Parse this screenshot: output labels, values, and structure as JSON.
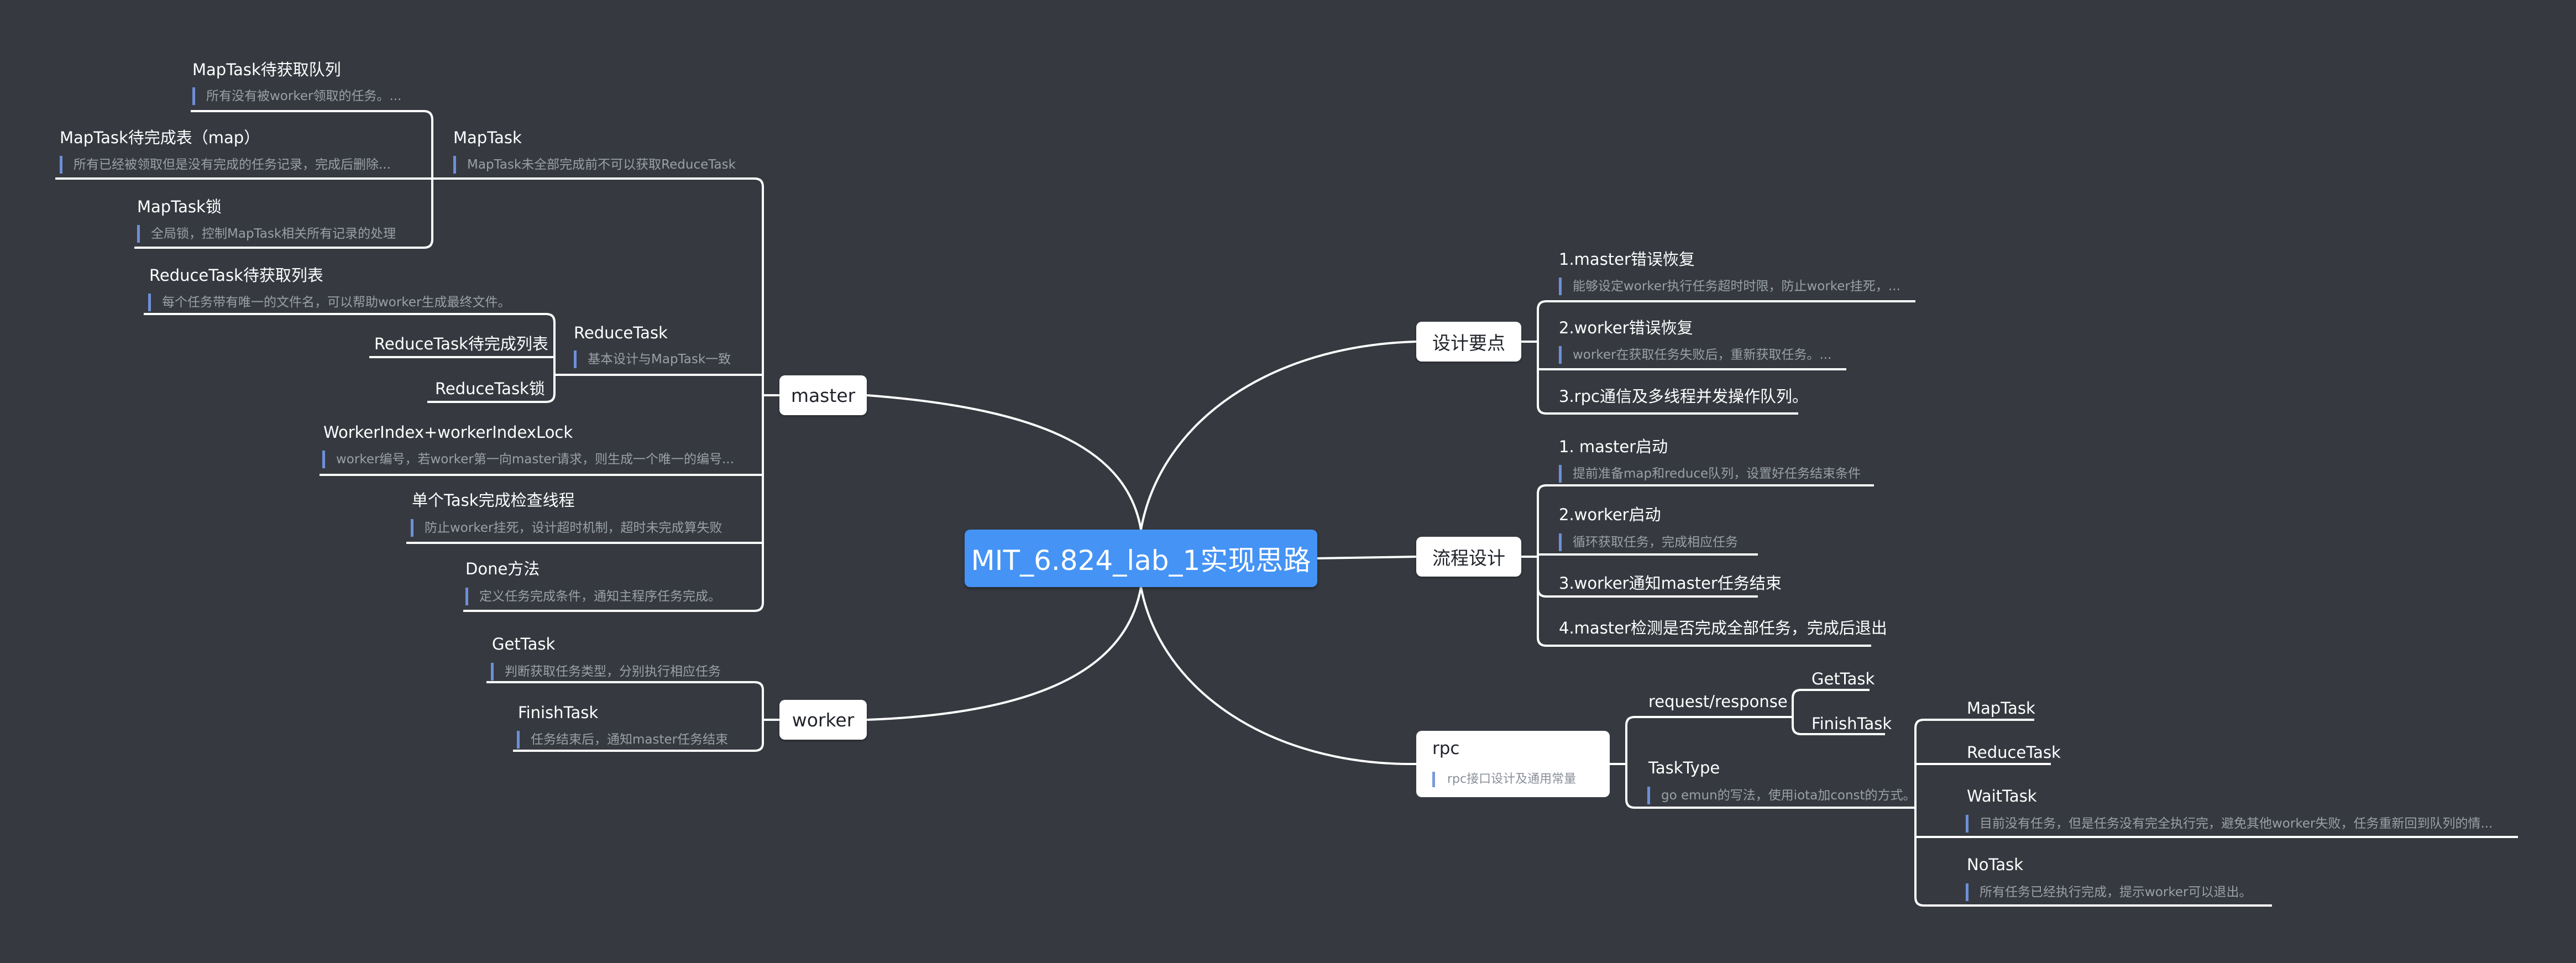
{
  "root": "MIT_6.824_lab_1实现思路",
  "branches": {
    "master": "master",
    "worker": "worker",
    "design": "设计要点",
    "flow": "流程设计",
    "rpc": "rpc"
  },
  "master_items": {
    "maptask_queue": {
      "title": "MapTask待获取队列",
      "note": "所有没有被worker领取的任务。..."
    },
    "maptask_table": {
      "title": "MapTask待完成表（map）",
      "note": "所有已经被领取但是没有完成的任务记录，完成后删除..."
    },
    "maptask_lock": {
      "title": "MapTask锁",
      "note": "全局锁，控制MapTask相关所有记录的处理"
    },
    "maptask": {
      "title": "MapTask",
      "note": "MapTask未全部完成前不可以获取ReduceTask"
    },
    "reducetask_list": {
      "title": "ReduceTask待获取列表",
      "note": "每个任务带有唯一的文件名，可以帮助worker生成最终文件。"
    },
    "reducetask_done": {
      "title": "ReduceTask待完成列表"
    },
    "reducetask_lock": {
      "title": "ReduceTask锁"
    },
    "reducetask": {
      "title": "ReduceTask",
      "note": "基本设计与MapTask一致"
    },
    "worker_index": {
      "title": "WorkerIndex+workerIndexLock",
      "note": "worker编号，若worker第一向master请求，则生成一个唯一的编号..."
    },
    "check_thread": {
      "title": "单个Task完成检查线程",
      "note": "防止worker挂死，设计超时机制，超时未完成算失败"
    },
    "done": {
      "title": "Done方法",
      "note": "定义任务完成条件，通知主程序任务完成。"
    }
  },
  "worker_items": {
    "gettask": {
      "title": "GetTask",
      "note": "判断获取任务类型，分别执行相应任务"
    },
    "finishtask": {
      "title": "FinishTask",
      "note": "任务结束后，通知master任务结束"
    }
  },
  "design_items": {
    "master_recover": {
      "title": "1.master错误恢复",
      "note": "能够设定worker执行任务超时时限，防止worker挂死，..."
    },
    "worker_recover": {
      "title": "2.worker错误恢复",
      "note": "worker在获取任务失败后，重新获取任务。..."
    },
    "rpc_comm": {
      "title": "3.rpc通信及多线程并发操作队列。"
    }
  },
  "flow_items": {
    "master_start": {
      "title": "1. master启动",
      "note": "提前准备map和reduce队列，设置好任务结束条件"
    },
    "worker_start": {
      "title": "2.worker启动",
      "note": "循环获取任务，完成相应任务"
    },
    "worker_notify": {
      "title": "3.worker通知master任务结束"
    },
    "master_check": {
      "title": "4.master检测是否完成全部任务，完成后退出"
    }
  },
  "rpc_items": {
    "note": "rpc接口设计及通用常量",
    "reqresp": {
      "title": "request/response"
    },
    "gettask": {
      "title": "GetTask"
    },
    "finishtask": {
      "title": "FinishTask"
    },
    "tasktype": {
      "title": "TaskType",
      "note": "go emun的写法，使用iota加const的方式。"
    },
    "maptask": {
      "title": "MapTask"
    },
    "reducetask": {
      "title": "ReduceTask"
    },
    "waittask": {
      "title": "WaitTask",
      "note": "目前没有任务，但是任务没有完全执行完，避免其他worker失败，任务重新回到队列的情..."
    },
    "notask": {
      "title": "NoTask",
      "note": "所有任务已经执行完成，提示worker可以退出。"
    }
  }
}
